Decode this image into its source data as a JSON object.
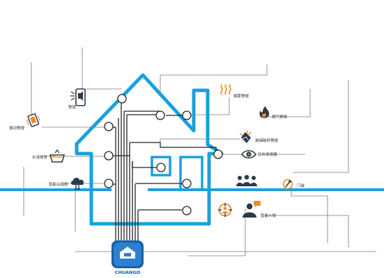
{
  "colors": {
    "accent": "#1aa0e0",
    "wire": "#222222",
    "guide": "#777777",
    "icon_dark": "#2b3a4a",
    "icon_orange": "#f08a24",
    "brand_blue": "#1a5fa8"
  },
  "brand": {
    "name": "CHUANGO"
  },
  "sensors": {
    "alarm": {
      "label": "警笛",
      "icon": "siren-phone-icon"
    },
    "smoke": {
      "label": "烟雾警报",
      "icon": "smoke-icon"
    },
    "vibration": {
      "label": "振动警报",
      "icon": "vibration-icon"
    },
    "gas": {
      "label": "燃气警报",
      "icon": "fire-icon"
    },
    "glass": {
      "label": "玻璃破碎警报",
      "icon": "glass-break-icon"
    },
    "pir": {
      "label": "红外探测器",
      "icon": "eye-icon"
    },
    "water": {
      "label": "水浸报警",
      "icon": "water-icon"
    },
    "cloud": {
      "label": "智能云插座",
      "icon": "cloud-plug-icon"
    },
    "door": {
      "label": "门磁",
      "icon": "door-sensor-icon"
    },
    "intrusion": {
      "label": "智能入侵",
      "icon": "intruder-icon"
    }
  }
}
